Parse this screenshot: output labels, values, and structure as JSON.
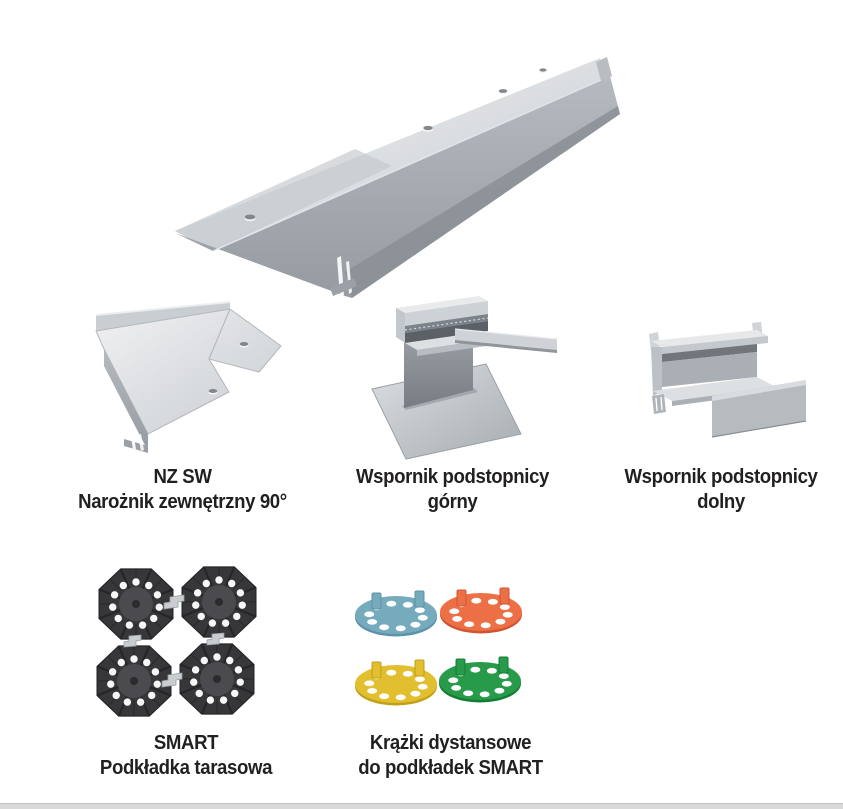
{
  "page": {
    "background": "#ffffff",
    "bottom_bar_color": "#d9d9d9",
    "label_text_color": "#221f1f"
  },
  "products": [
    {
      "id": "nz-sw-corner",
      "label_line1": "NZ SW",
      "label_line2": "Narożnik zewnętrzny 90°"
    },
    {
      "id": "riser-bracket-upper",
      "label_line1": "Wspornik podstopnicy",
      "label_line2": "górny"
    },
    {
      "id": "riser-bracket-lower",
      "label_line1": "Wspornik podstopnicy",
      "label_line2": "dolny"
    },
    {
      "id": "smart-pad",
      "label_line1": "SMART",
      "label_line2": "Podkładka tarasowa"
    },
    {
      "id": "spacer-discs",
      "label_line1": "Krążki dystansowe",
      "label_line2": "do podkładek SMART"
    }
  ],
  "illustrations": {
    "aluminum_light": "#e9ebee",
    "aluminum_mid": "#c6cbcf",
    "aluminum_dark": "#8f959b",
    "pad_color": "#37373a",
    "disc_colors": {
      "blue": "#76abbe",
      "orange": "#ed6f45",
      "yellow": "#e2bf2f",
      "green": "#279b49"
    }
  }
}
